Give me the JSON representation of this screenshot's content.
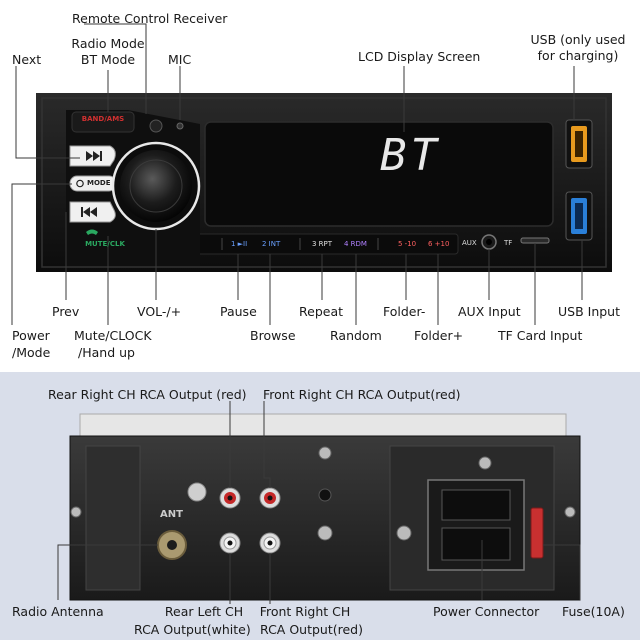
{
  "front": {
    "labels": {
      "remote": "Remote Control Receiver",
      "radio_bt_1": "Radio Mode",
      "radio_bt_2": "BT Mode",
      "next": "Next",
      "mic": "MIC",
      "lcd": "LCD Display Screen",
      "usb_charge_1": "USB (only used",
      "usb_charge_2": "for charging)",
      "prev": "Prev",
      "vol": "VOL-/+",
      "pause": "Pause",
      "repeat": "Repeat",
      "folder_minus": "Folder-",
      "aux_input": "AUX Input",
      "usb_input": "USB Input",
      "power_1": "Power",
      "power_2": "/Mode",
      "mute_1": "Mute/CLOCK",
      "mute_2": "/Hand up",
      "browse": "Browse",
      "random": "Random",
      "folder_plus": "Folder+",
      "tf_card": "TF Card Input"
    },
    "panel": {
      "band": "BAND/AMS",
      "mode": "MODE",
      "mute": "MUTE/CLK",
      "display": "BT",
      "btn_1": "1 ►II",
      "btn_2": "2 INT",
      "btn_3": "3 RPT",
      "btn_4": "4 RDM",
      "btn_5": "5 -10",
      "btn_6": "6 +10",
      "aux": "AUX",
      "tf": "TF"
    }
  },
  "back": {
    "labels": {
      "rear_right": "Rear Right CH RCA Output (red)",
      "front_right_top": "Front Right CH RCA Output(red)",
      "radio_antenna": "Radio Antenna",
      "rear_left_1": "Rear Left CH",
      "rear_left_2": "RCA Output(white)",
      "front_right_1": "Front Right CH",
      "front_right_2": "RCA Output(red)",
      "power_connector": "Power Connector",
      "fuse": "Fuse(10A)"
    },
    "panel": {
      "ant": "ANT"
    }
  },
  "colors": {
    "unit_body": "#141414",
    "lcd": "#0a0a0a",
    "digit": "#e8e8e8",
    "band_red": "#d03030",
    "mute_green": "#2aa860",
    "usb_orange": "#e89a1e",
    "usb_blue": "#2a7fd8",
    "rca_red": "#c42828",
    "fuse_red": "#c83030",
    "bottom_bg": "#d9deea"
  }
}
